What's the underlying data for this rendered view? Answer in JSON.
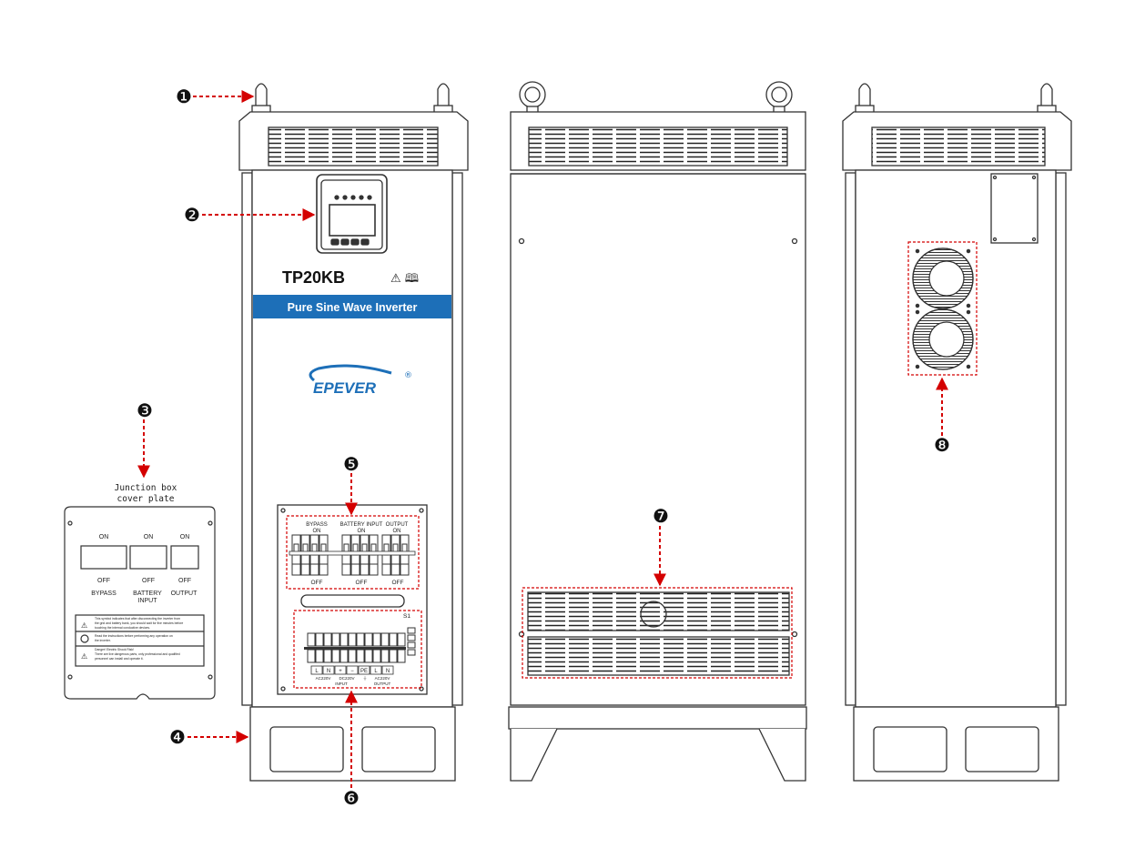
{
  "colors": {
    "callout": "#d40000",
    "banner": "#1d6fb8",
    "logo": "#1d6fb8",
    "line": "#333333"
  },
  "front": {
    "model": "TP20KB",
    "banner": "Pure Sine Wave Inverter",
    "brand": "EPEVER",
    "brand_mark": "®",
    "warning_symbols": "⚠ 🕮"
  },
  "breakers": {
    "top_labels": [
      "BYPASS\nON",
      "BATTERY INPUT\nON",
      "OUTPUT\nON"
    ],
    "bottom_labels": [
      "OFF",
      "OFF",
      "OFF"
    ]
  },
  "terminals": {
    "switch_label": "S1",
    "cells": [
      "L",
      "N",
      "+",
      "−",
      "PE",
      "L",
      "N"
    ],
    "group_labels": [
      "AC220V",
      "DC220V",
      "⏚",
      "AC220V"
    ],
    "section_labels": [
      "INPUT",
      "OUTPUT"
    ]
  },
  "junction_box": {
    "title_line1": "Junction box",
    "title_line2": "cover plate",
    "on_labels": [
      "ON",
      "ON",
      "ON"
    ],
    "off_labels": [
      "OFF",
      "OFF",
      "OFF"
    ],
    "names": [
      "BYPASS",
      "BATTERY\nINPUT",
      "OUTPUT"
    ],
    "notice_lines": [
      "This symbol indicates that after disconnecting the inverter from",
      "the grid and battery bank, you should wait for five minutes before",
      "touching the internal conductive devices.",
      "Read the instructions before performing any operation on",
      "the inverter.",
      "Danger! Electric Shock Risk!",
      "There are live dangerous parts, only professional and qualified",
      "personnel can install and operate it."
    ]
  },
  "callouts": [
    {
      "id": "1",
      "symbol": "❶"
    },
    {
      "id": "2",
      "symbol": "❷"
    },
    {
      "id": "3",
      "symbol": "❸"
    },
    {
      "id": "4",
      "symbol": "❹"
    },
    {
      "id": "5",
      "symbol": "❺"
    },
    {
      "id": "6",
      "symbol": "❻"
    },
    {
      "id": "7",
      "symbol": "❼"
    },
    {
      "id": "8",
      "symbol": "❽"
    }
  ]
}
